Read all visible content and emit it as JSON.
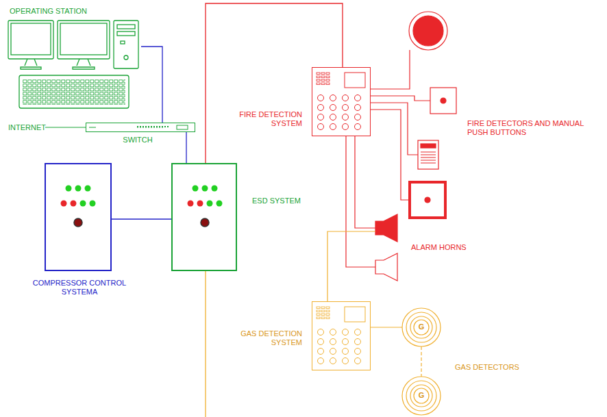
{
  "diagram": {
    "nodes": [
      {
        "text": [
          "OPERATING STATION"
        ]
      },
      {
        "text": [
          "SWITCH"
        ]
      },
      {
        "text": [
          "COMPRESSOR CONTROL SYSTEMA"
        ]
      },
      {
        "text": [
          "ESD SYSTEM"
        ]
      },
      {
        "text": [
          "FIRE DETECTION SYSTEM"
        ]
      },
      {
        "text": [
          "GAS DETECTION SYSTEM"
        ]
      }
    ],
    "edges": [
      {
        "from": 0,
        "to": 1,
        "arrow": "none"
      },
      {
        "from": 1,
        "to": 3,
        "arrow": "none"
      },
      {
        "from": 2,
        "to": 3,
        "arrow": "none"
      },
      {
        "from": 3,
        "to": 4,
        "arrow": "none"
      }
    ],
    "labels": [
      "INTERNET",
      "FIRE DETECTORS AND MANUAL PUSH BUTTONS",
      "ALARM HORNS",
      "G",
      "G",
      "GAS DETECTORS"
    ]
  }
}
